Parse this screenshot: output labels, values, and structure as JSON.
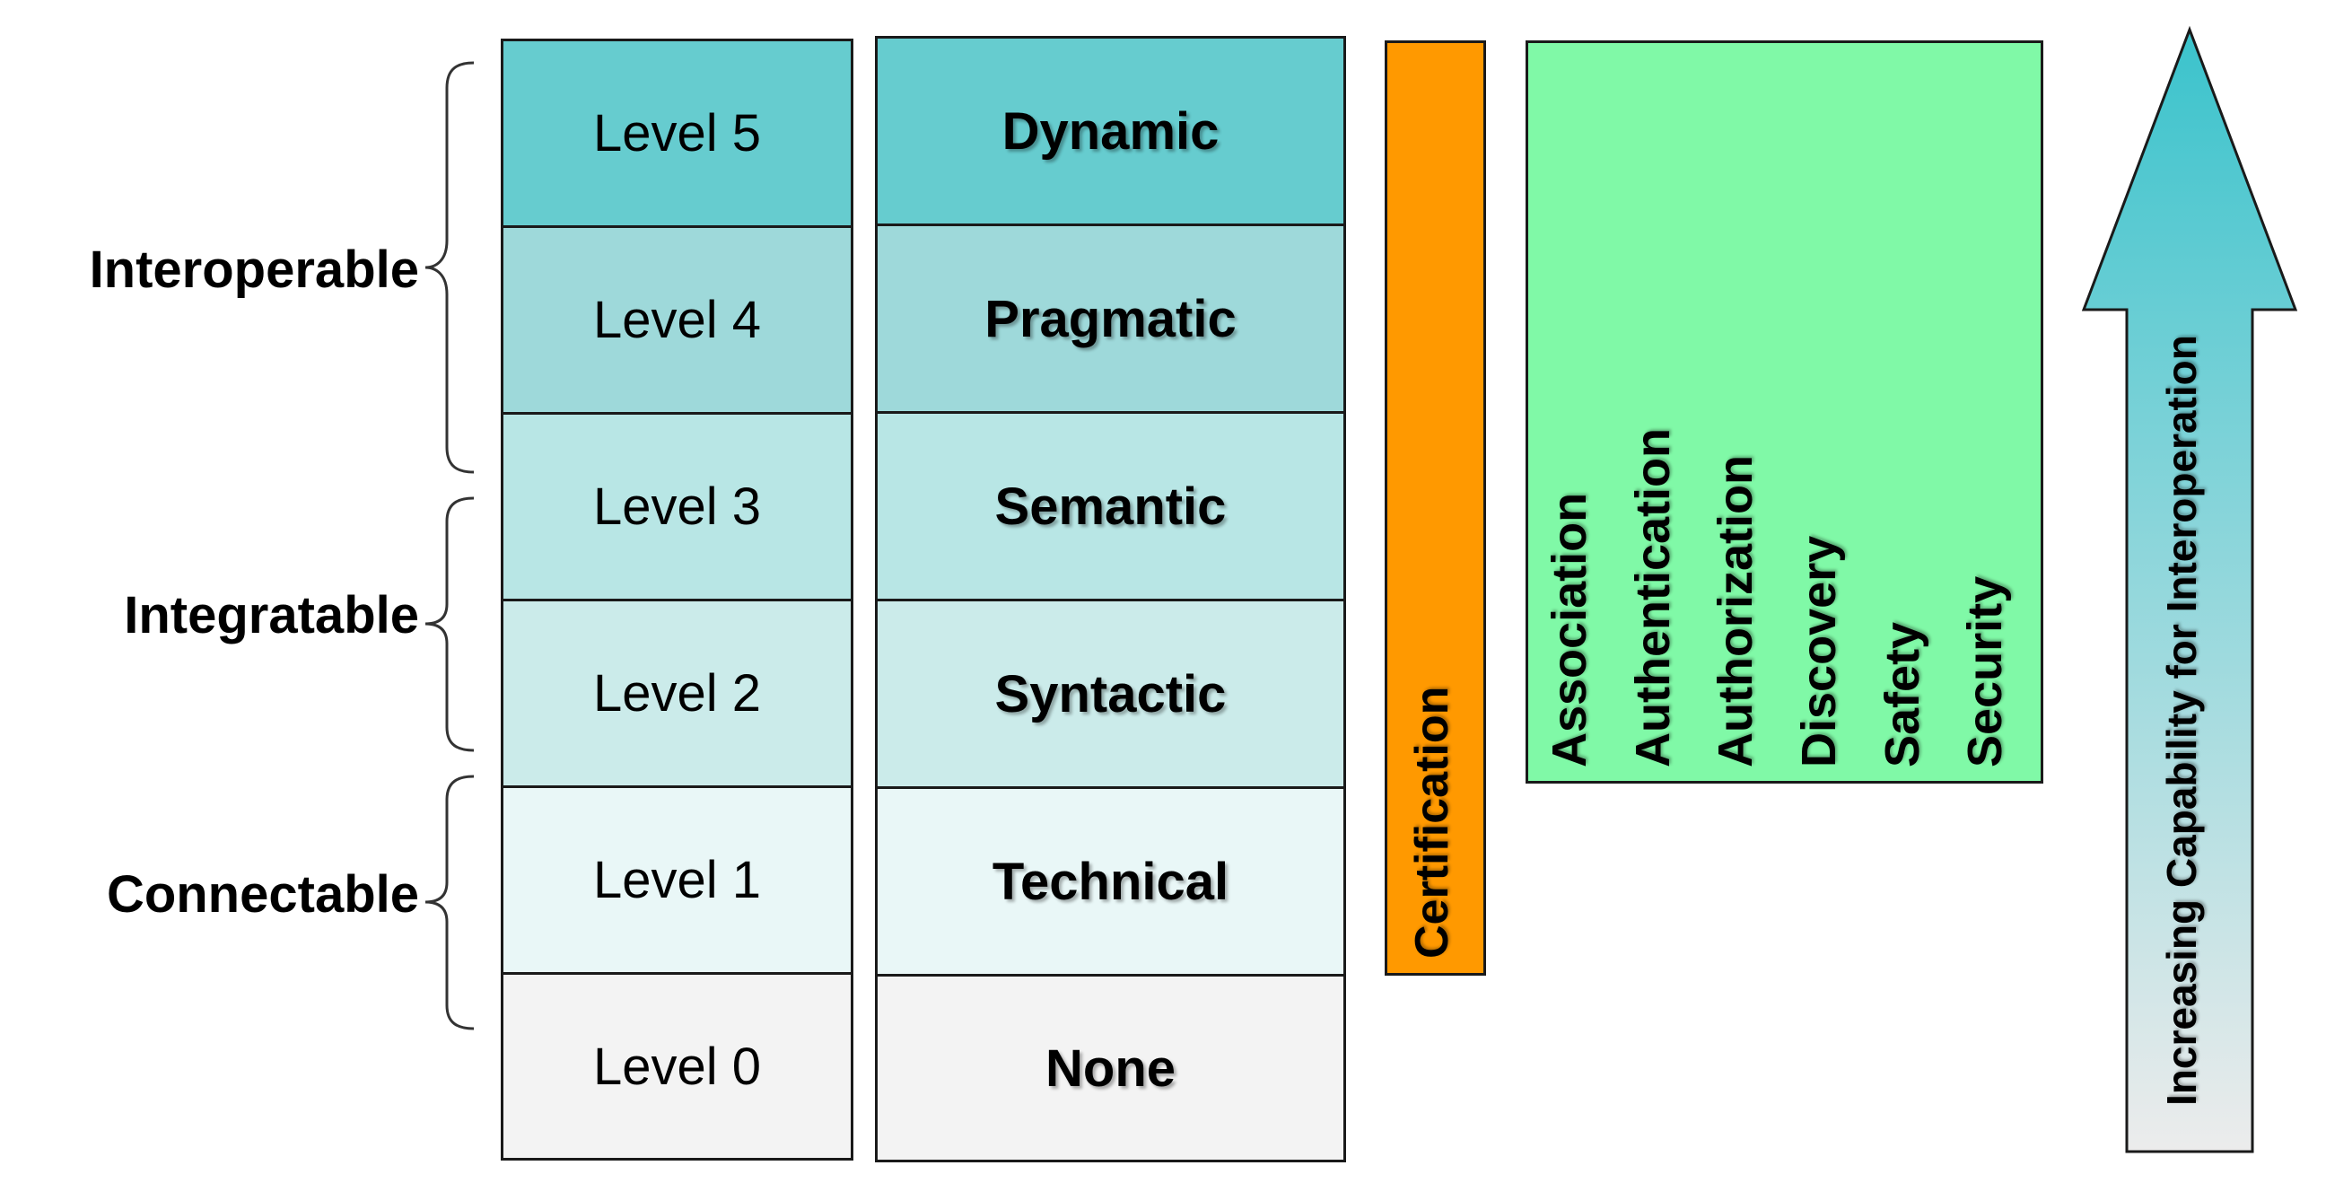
{
  "groups": [
    {
      "label": "Interoperable"
    },
    {
      "label": "Integratable"
    },
    {
      "label": "Connectable"
    }
  ],
  "levels": [
    {
      "level": "Level 5",
      "type": "Dynamic",
      "color": "#66cccf"
    },
    {
      "level": "Level 4",
      "type": "Pragmatic",
      "color": "#9ed9da"
    },
    {
      "level": "Level 3",
      "type": "Semantic",
      "color": "#b8e6e5"
    },
    {
      "level": "Level 2",
      "type": "Syntactic",
      "color": "#cbebea"
    },
    {
      "level": "Level 1",
      "type": "Technical",
      "color": "#e9f7f7"
    },
    {
      "level": "Level 0",
      "type": "None",
      "color": "#f3f3f3"
    }
  ],
  "certification": {
    "label": "Certification",
    "color": "#ff9900"
  },
  "aspects": {
    "color": "#80f9a7",
    "items": [
      "Association",
      "Authentication",
      "Authorization",
      "Discovery",
      "Safety",
      "Security"
    ]
  },
  "arrow": {
    "label": "Increasing Capability for Interoperation",
    "color_top": "#3bc3cc",
    "color_bottom": "#ececec"
  }
}
